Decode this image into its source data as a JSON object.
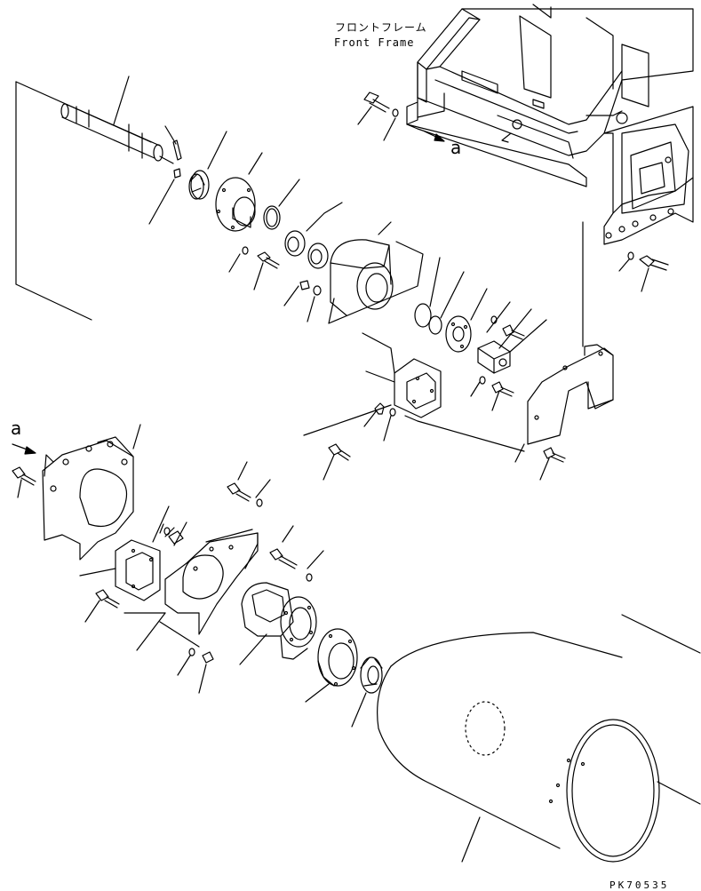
{
  "labels": {
    "frame_jp": "フロントフレーム",
    "frame_en": "Front Frame",
    "arrow_top": "a",
    "arrow_left": "a",
    "drawing_number": "PK70535"
  }
}
